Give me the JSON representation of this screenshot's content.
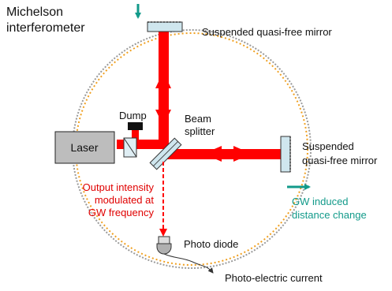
{
  "diagram": {
    "title_lines": [
      "Michelson",
      "interferometer"
    ],
    "labels": {
      "top_mirror": "Suspended quasi-free mirror",
      "right_mirror_lines": [
        "Suspended",
        "quasi-free mirror"
      ],
      "dump": "Dump",
      "beam_splitter_lines": [
        "Beam",
        "splitter"
      ],
      "laser": "Laser",
      "output_lines": [
        "Output intensity",
        "modulated at",
        "GW frequency"
      ],
      "photo_diode": "Photo diode",
      "photo_current": "Photo-electric current",
      "gw_change_lines": [
        "GW induced",
        "distance change"
      ]
    },
    "icons": [
      "laser-box",
      "beam-splitter-icon",
      "dump-icon",
      "photo-diode-icon",
      "mirror-icon",
      "arrow-icon"
    ],
    "colors": {
      "beam": "#ff0000",
      "output_text": "#e00000",
      "accent_teal": "#129a8a",
      "mirror_fill": "#cfe6ee",
      "circle_gray": "#9a9a9a",
      "circle_orange": "#f0a020",
      "laser_fill": "#bdbdbd"
    }
  }
}
